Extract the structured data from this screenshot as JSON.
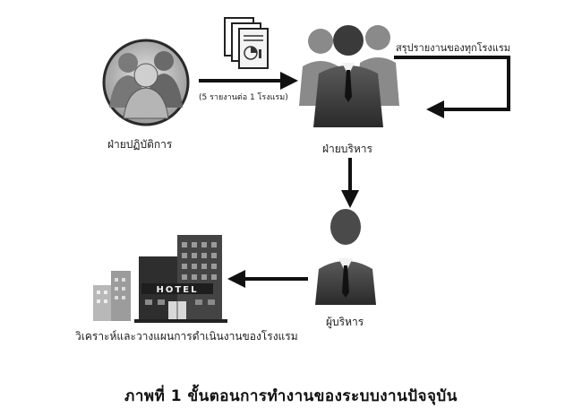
{
  "nodes": {
    "operations": "ฝ่ายปฏิบัติการ",
    "management": "ฝ่ายบริหาร",
    "executive": "ผู้บริหาร",
    "hotel_analysis": "วิเคราะห์และวางแผนการดำเนินงานของโรงแรม"
  },
  "edges": {
    "reports_note": "(5 รายงานต่อ 1 โรงแรม)",
    "summary_loop": "สรุปรายงานของทุกโรงแรม"
  },
  "hotel_sign": "HOTEL",
  "caption": "ภาพที่ 1 ขั้นตอนการทำงานของระบบงานปัจจุบัน",
  "colors": {
    "ink": "#1a1a1a",
    "figure_dark": "#3a3a3a",
    "figure_light": "#8a8a8a"
  }
}
